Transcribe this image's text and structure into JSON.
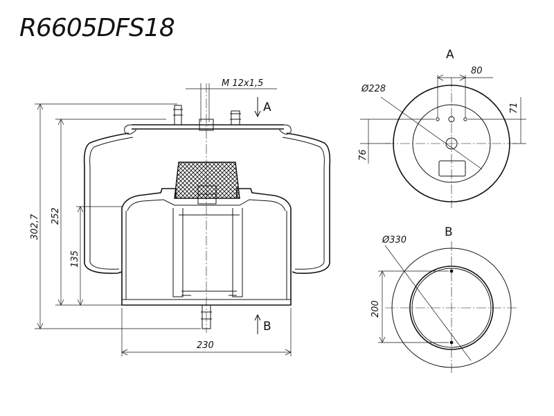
{
  "part_number": "R6605DFS18",
  "dimensions": {
    "thread": "M 12x1,5",
    "overall_height": "302,7",
    "height_252": "252",
    "height_135": "135",
    "width_230": "230",
    "top_diameter": "Ø228",
    "top_offset_80": "80",
    "top_offset_71": "71",
    "top_offset_76": "76",
    "bottom_diameter": "Ø330",
    "bottom_spacing_200": "200"
  },
  "views": {
    "view_a": "A",
    "view_b": "B",
    "arrow_a": "A",
    "arrow_b": "B"
  }
}
